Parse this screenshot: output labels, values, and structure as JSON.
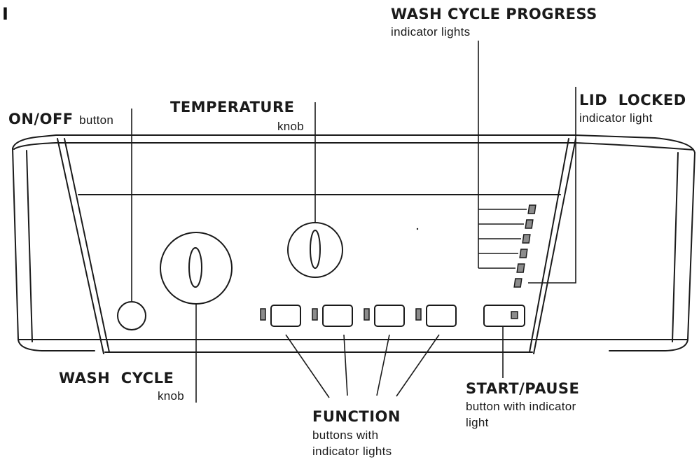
{
  "figure_label": "I",
  "labels": {
    "wash_cycle_progress": {
      "title": "WASH CYCLE PROGRESS",
      "subtitle": "indicator lights"
    },
    "lid_locked": {
      "title": "LID  LOCKED",
      "subtitle": "indicator light"
    },
    "on_off": {
      "title": "ON/OFF",
      "subtitle": "button"
    },
    "temperature": {
      "title": "TEMPERATURE",
      "subtitle": "knob"
    },
    "wash_cycle": {
      "title": "WASH  CYCLE",
      "subtitle": "knob"
    },
    "function": {
      "title": "FUNCTION",
      "subtitle_line1": "buttons with",
      "subtitle_line2": "indicator lights"
    },
    "start_pause": {
      "title": "START/PAUSE",
      "subtitle_line1": "button with indicator",
      "subtitle_line2": "light"
    }
  },
  "colors": {
    "line": "#1a1a1a",
    "indicator_fill": "#8c8c8c",
    "panel_fill": "#ffffff"
  }
}
